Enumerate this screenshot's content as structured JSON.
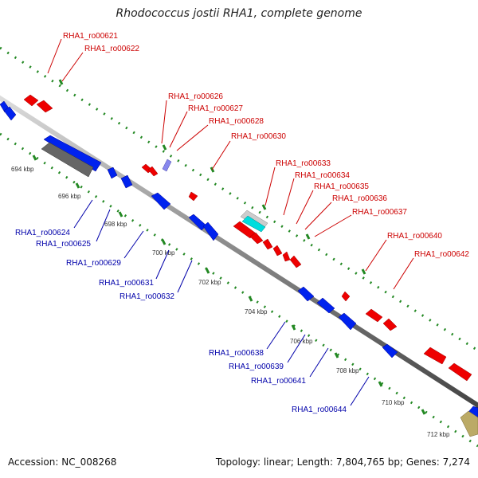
{
  "header": {
    "title": "Rhodococcus jostii RHA1, complete genome"
  },
  "footer": {
    "accession": "Accession: NC_008268",
    "topology": "Topology: linear; Length: 7,804,765 bp; Genes: 7,274"
  },
  "colors": {
    "forward_gene": "#ee0000",
    "reverse_gene": "#0022ee",
    "backbone": "#888888",
    "dotted_track": "#228822",
    "forward_label": "#cc0000",
    "reverse_label": "#0000aa"
  },
  "ticks": [
    "694 kbp",
    "696 kbp",
    "698 kbp",
    "700 kbp",
    "702 kbp",
    "704 kbp",
    "706 kbp",
    "708 kbp",
    "710 kbp",
    "712 kbp"
  ],
  "forward_labels": [
    "RHA1_ro00621",
    "RHA1_ro00622",
    "RHA1_ro00626",
    "RHA1_ro00627",
    "RHA1_ro00628",
    "RHA1_ro00630",
    "RHA1_ro00633",
    "RHA1_ro00634",
    "RHA1_ro00635",
    "RHA1_ro00636",
    "RHA1_ro00637",
    "RHA1_ro00640",
    "RHA1_ro00642"
  ],
  "reverse_labels": [
    "RHA1_ro00624",
    "RHA1_ro00625",
    "RHA1_ro00629",
    "RHA1_ro00631",
    "RHA1_ro00632",
    "RHA1_ro00638",
    "RHA1_ro00639",
    "RHA1_ro00641",
    "RHA1_ro00644"
  ]
}
